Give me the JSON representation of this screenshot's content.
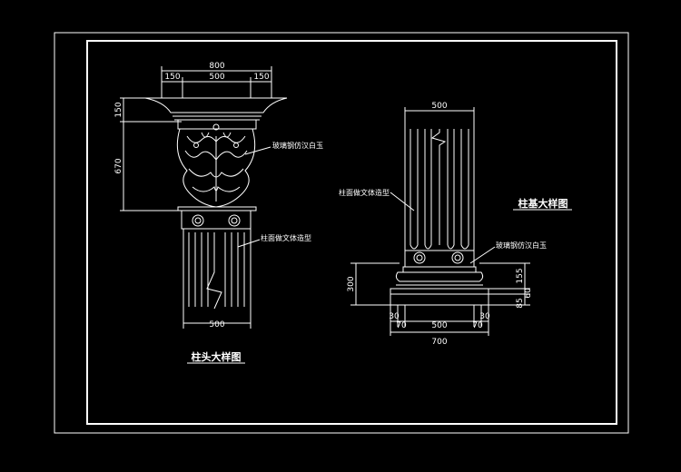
{
  "left_view": {
    "title": "柱头大样图",
    "dims_top": [
      "800",
      "150",
      "500",
      "150"
    ],
    "dims_side": [
      "150",
      "670"
    ],
    "dim_bottom": "500",
    "labels": [
      "玻璃钢仿汉白玉",
      "柱面做文体造型"
    ]
  },
  "right_view": {
    "title": "柱基大样图",
    "dim_top": "500",
    "dims_side_left": [
      "300"
    ],
    "dims_side_right": [
      "155",
      "60",
      "85"
    ],
    "dims_bottom_row1": [
      "30",
      "70",
      "500",
      "70",
      "30"
    ],
    "dim_bottom_total": "700",
    "labels": [
      "柱面做文体造型",
      "玻璃钢仿汉白玉"
    ]
  },
  "colors": {
    "line": "#ffffff",
    "background": "#000000"
  }
}
